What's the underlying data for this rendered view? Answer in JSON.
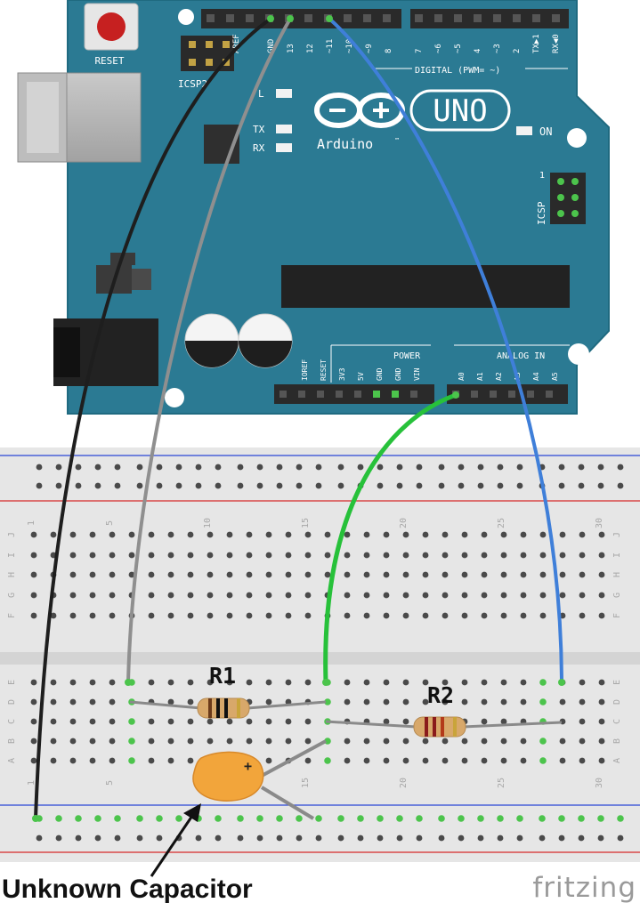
{
  "board": {
    "reset_label": "RESET",
    "icsp2_label": "ICSP2",
    "icsp_label": "ICSP",
    "icsp_pin1": "1",
    "aref_label": "AREF",
    "gnd_label": "GND",
    "l_label": "L",
    "tx_label": "TX",
    "rx_label": "RX",
    "uno_label": "UNO",
    "arduino_label": "Arduino",
    "tm_label": "™",
    "on_label": "ON",
    "digital_label": "DIGITAL (PWM= ~)",
    "power_label": "POWER",
    "analog_label": "ANALOG IN",
    "digital_pins": [
      "13",
      "12",
      "~11",
      "~10",
      "~9",
      "8",
      "7",
      "~6",
      "~5",
      "4",
      "~3",
      "2",
      "TX▶1",
      "RX◀0"
    ],
    "power_pins": [
      "IOREF",
      "RESET",
      "3V3",
      "5V",
      "GND",
      "GND",
      "VIN"
    ],
    "analog_pins": [
      "A0",
      "A1",
      "A2",
      "A3",
      "A4",
      "A5"
    ]
  },
  "breadboard": {
    "top_row_letters": [
      "J",
      "I",
      "H",
      "G",
      "F"
    ],
    "bottom_row_letters": [
      "E",
      "D",
      "C",
      "B",
      "A"
    ],
    "column_numbers": [
      "1",
      "5",
      "10",
      "15",
      "20",
      "25",
      "30"
    ]
  },
  "components": {
    "r1_label": "R1",
    "r2_label": "R2",
    "cap_polarity": "+"
  },
  "caption": "Unknown Capacitor",
  "brand": "fritzing",
  "colors": {
    "board": "#2b7a93",
    "board_dark": "#1f6a80",
    "wire_black": "#1e1e1e",
    "wire_gray": "#8f8f8f",
    "wire_blue": "#3f7fd9",
    "wire_green": "#27c13a",
    "capacitor": "#f2a53b",
    "breadboard": "#e6e6e6",
    "rail_red": "#d62b2b",
    "rail_blue": "#2b46d6",
    "active_hole": "#4cc44c"
  }
}
